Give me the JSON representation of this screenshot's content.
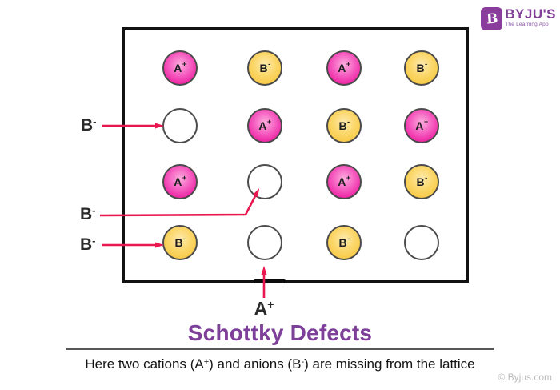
{
  "brand": {
    "name": "BYJU'S",
    "tagline": "The Learning App",
    "mark_letter": "B"
  },
  "figure": {
    "title": "Schottky Defects",
    "caption": {
      "p1": "Here two cations (A",
      "s1": "+",
      "p2": ") and anions (B",
      "s2": "-",
      "p3": ") are missing from the lattice"
    },
    "credit": "© Byjus.com"
  },
  "lattice": {
    "rows": [
      [
        {
          "type": "cation",
          "label": "A",
          "charge": "+"
        },
        {
          "type": "anion",
          "label": "B",
          "charge": "-"
        },
        {
          "type": "cation",
          "label": "A",
          "charge": "+"
        },
        {
          "type": "anion",
          "label": "B",
          "charge": "-"
        }
      ],
      [
        {
          "type": "vacancy"
        },
        {
          "type": "cation",
          "label": "A",
          "charge": "+"
        },
        {
          "type": "anion",
          "label": "B",
          "charge": "-"
        },
        {
          "type": "cation",
          "label": "A",
          "charge": "+"
        }
      ],
      [
        {
          "type": "cation",
          "label": "A",
          "charge": "+"
        },
        {
          "type": "vacancy"
        },
        {
          "type": "cation",
          "label": "A",
          "charge": "+"
        },
        {
          "type": "anion",
          "label": "B",
          "charge": "-"
        }
      ],
      [
        {
          "type": "anion",
          "label": "B",
          "charge": "-"
        },
        {
          "type": "vacancy"
        },
        {
          "type": "anion",
          "label": "B",
          "charge": "-"
        },
        {
          "type": "vacancy"
        }
      ]
    ]
  },
  "annotations": {
    "left_labels": [
      {
        "base": "B",
        "sup": "-"
      },
      {
        "base": "B",
        "sup": "-"
      },
      {
        "base": "B",
        "sup": "-"
      }
    ],
    "bottom_label": {
      "base": "A",
      "sup": "+"
    }
  },
  "colors": {
    "cation_pink": "#ec189c",
    "anion_yellow": "#f6c63d",
    "arrow_crimson": "#e8174f",
    "title_purple": "#7d3f98",
    "brand_purple": "#7f3f97"
  }
}
